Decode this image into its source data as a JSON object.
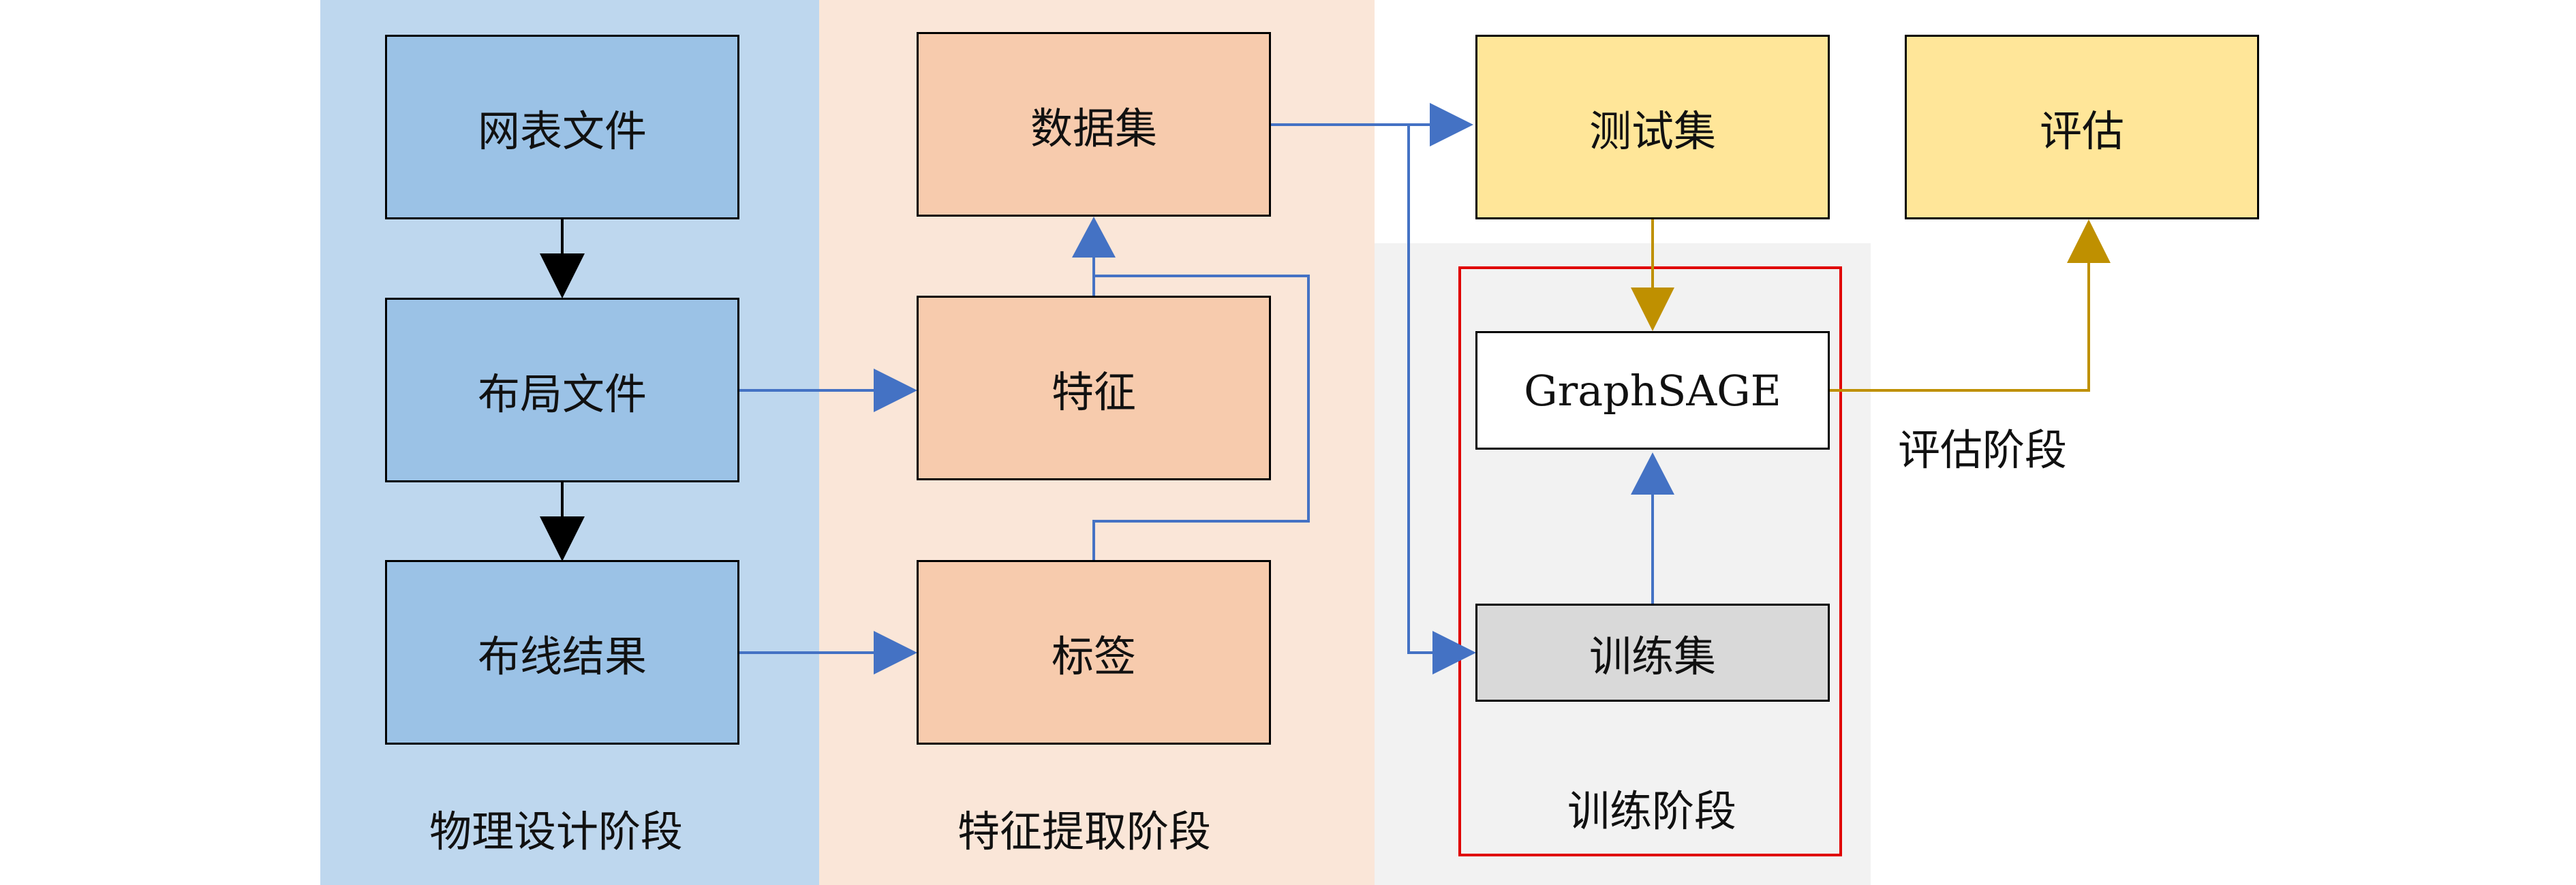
{
  "colors": {
    "physical_bg": "#bed7ee",
    "physical_box": "#9bc2e6",
    "feature_bg": "#fae6d8",
    "feature_box": "#f7cbad",
    "train_bg": "#f2f2f2",
    "train_border": "#e00000",
    "train_set_box": "#d9d9d9",
    "yellow_box": "#ffe699",
    "blue_line": "#4472c4",
    "gold_line": "#bf9000"
  },
  "stages": {
    "physical": "物理设计阶段",
    "feature": "特征提取阶段",
    "train": "训练阶段",
    "eval": "评估阶段"
  },
  "nodes": {
    "netlist": "网表文件",
    "layout": "布局文件",
    "routing": "布线结果",
    "dataset": "数据集",
    "features": "特征",
    "labels": "标签",
    "testset": "测试集",
    "evaluation": "评估",
    "model": "GraphSAGE",
    "trainset": "训练集"
  }
}
